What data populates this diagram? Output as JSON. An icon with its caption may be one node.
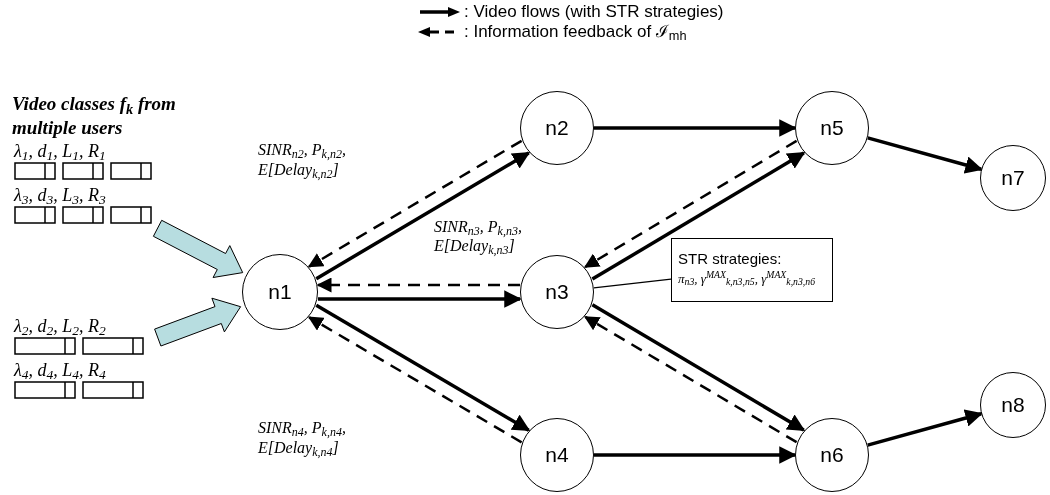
{
  "diagram": {
    "nodes": [
      {
        "text": [
          "n1"
        ]
      },
      {
        "text": [
          "n2"
        ]
      },
      {
        "text": [
          "n3"
        ]
      },
      {
        "text": [
          "n4"
        ]
      },
      {
        "text": [
          "n5"
        ]
      },
      {
        "text": [
          "n6"
        ]
      },
      {
        "text": [
          "n7"
        ]
      },
      {
        "text": [
          "n8"
        ]
      },
      {
        "text": [
          "STR strategies:",
          "π$_{n3}$, γ$^{MAX}$$_{k,n3,n5}$, γ$^{MAX}$$_{k,n3,n6}$"
        ]
      },
      {
        "text": [
          "λ$_{1}$, d$_{1}$, L$_{1}$, R$_{1}$",
          "λ$_{3}$, d$_{3}$, L$_{3}$, R$_{3}$"
        ]
      },
      {
        "text": [
          "λ$_{2}$, d$_{2}$, L$_{2}$, R$_{2}$",
          "λ$_{4}$, d$_{4}$, L$_{4}$, R$_{4}$"
        ]
      }
    ],
    "edges": [
      {
        "from": 0,
        "to": 1,
        "arrow": "to"
      },
      {
        "from": 1,
        "to": 0,
        "arrow": "to",
        "style": "dashed"
      },
      {
        "from": 0,
        "to": 2,
        "arrow": "to"
      },
      {
        "from": 2,
        "to": 0,
        "arrow": "to",
        "style": "dashed"
      },
      {
        "from": 0,
        "to": 3,
        "arrow": "to"
      },
      {
        "from": 3,
        "to": 0,
        "arrow": "to",
        "style": "dashed"
      },
      {
        "from": 1,
        "to": 4,
        "arrow": "to"
      },
      {
        "from": 2,
        "to": 4,
        "arrow": "to"
      },
      {
        "from": 4,
        "to": 2,
        "arrow": "to",
        "style": "dashed"
      },
      {
        "from": 2,
        "to": 5,
        "arrow": "to"
      },
      {
        "from": 5,
        "to": 2,
        "arrow": "to",
        "style": "dashed"
      },
      {
        "from": 3,
        "to": 5,
        "arrow": "to"
      },
      {
        "from": 4,
        "to": 6,
        "arrow": "to"
      },
      {
        "from": 5,
        "to": 7,
        "arrow": "to"
      },
      {
        "from": 8,
        "to": 2,
        "arrow": "none"
      },
      {
        "from": 9,
        "to": 0,
        "arrow": "to",
        "style": "thick",
        "color": "#b7dde0"
      },
      {
        "from": 10,
        "to": 0,
        "arrow": "to",
        "style": "thick",
        "color": "#b7dde0"
      }
    ],
    "labels": [
      "Video classes f$_{k}$ from multiple users",
      "SINR$_{n2}$, P$_{k,n2}$, E[Delay$_{k,n2}$]",
      "SINR$_{n3}$, P$_{k,n3}$, E[Delay$_{k,n3}$]",
      "SINR$_{n4}$, P$_{k,n4}$, E[Delay$_{k,n4}$]"
    ],
    "legend": [
      {
        "text": ": Video flows (with STR strategies)"
      },
      {
        "text": ": Information feedback of ℐ$_{mh}$"
      }
    ]
  }
}
